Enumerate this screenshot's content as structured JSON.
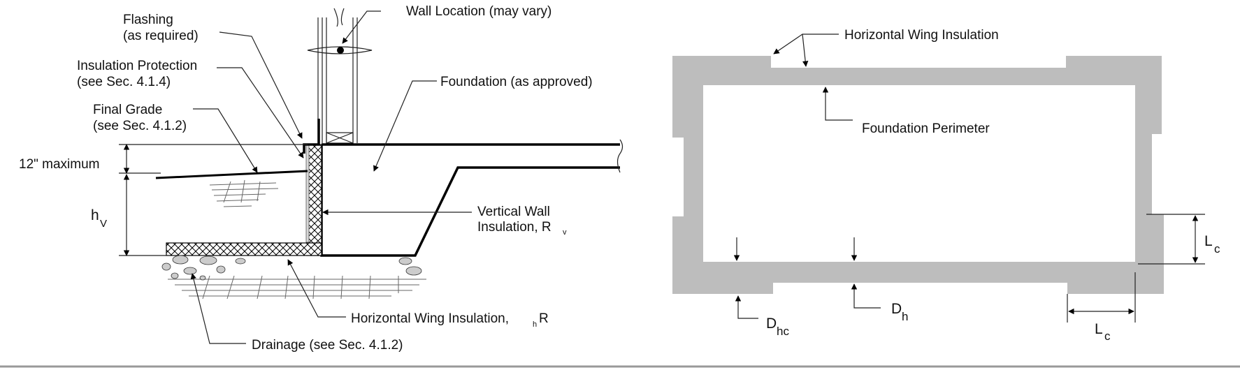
{
  "left_detail": {
    "wall_location": "Wall Location (may vary)",
    "flashing_line1": "Flashing",
    "flashing_line2": "(as required)",
    "insulation_protection_line1": "Insulation Protection",
    "insulation_protection_line2": "(see Sec. 4.1.4)",
    "final_grade_line1": "Final Grade",
    "final_grade_line2": "(see Sec. 4.1.2)",
    "foundation": "Foundation (as approved)",
    "max_height": "12\" maximum",
    "hv_main": "h",
    "hv_sub": "V",
    "vertical_wall_line1": "Vertical Wall",
    "vertical_wall_line2": "Insulation, R",
    "vertical_wall_sub": "v",
    "horizontal_wing_main": "Horizontal Wing Insulation, ",
    "horizontal_wing_sub": "h",
    "horizontal_wing_end": "R",
    "drainage": "Drainage (see Sec. 4.1.2)"
  },
  "right_plan": {
    "horizontal_wing": "Horizontal Wing Insulation",
    "foundation_perimeter": "Foundation Perimeter",
    "lc_right_main": "L",
    "lc_right_sub": "c",
    "lc_bottom_main": "L",
    "lc_bottom_sub": "c",
    "dhc_main": "D",
    "dhc_sub": "hc",
    "dh_main": "D",
    "dh_sub": "h"
  },
  "colors": {
    "insulation_fill": "#bdbdbd",
    "line": "#000000"
  }
}
